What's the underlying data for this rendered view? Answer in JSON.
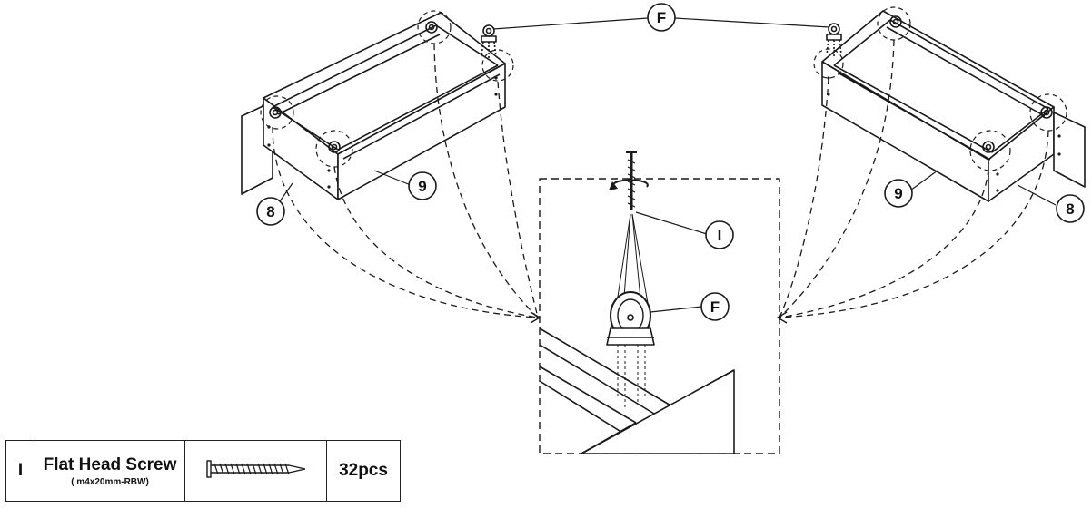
{
  "callouts": {
    "caster_top": "F",
    "caster_detail": "F",
    "screw": "I",
    "left_side_panel": "8",
    "left_rail": "9",
    "right_rail": "9",
    "right_side_panel": "8"
  },
  "hardware": {
    "code": "I",
    "name": "Flat Head Screw",
    "spec": "( m4x20mm-RBW)",
    "quantity": "32pcs",
    "icon": "flat-head-screw-icon"
  },
  "colors": {
    "line": "#1a1a1a",
    "background": "#ffffff"
  }
}
